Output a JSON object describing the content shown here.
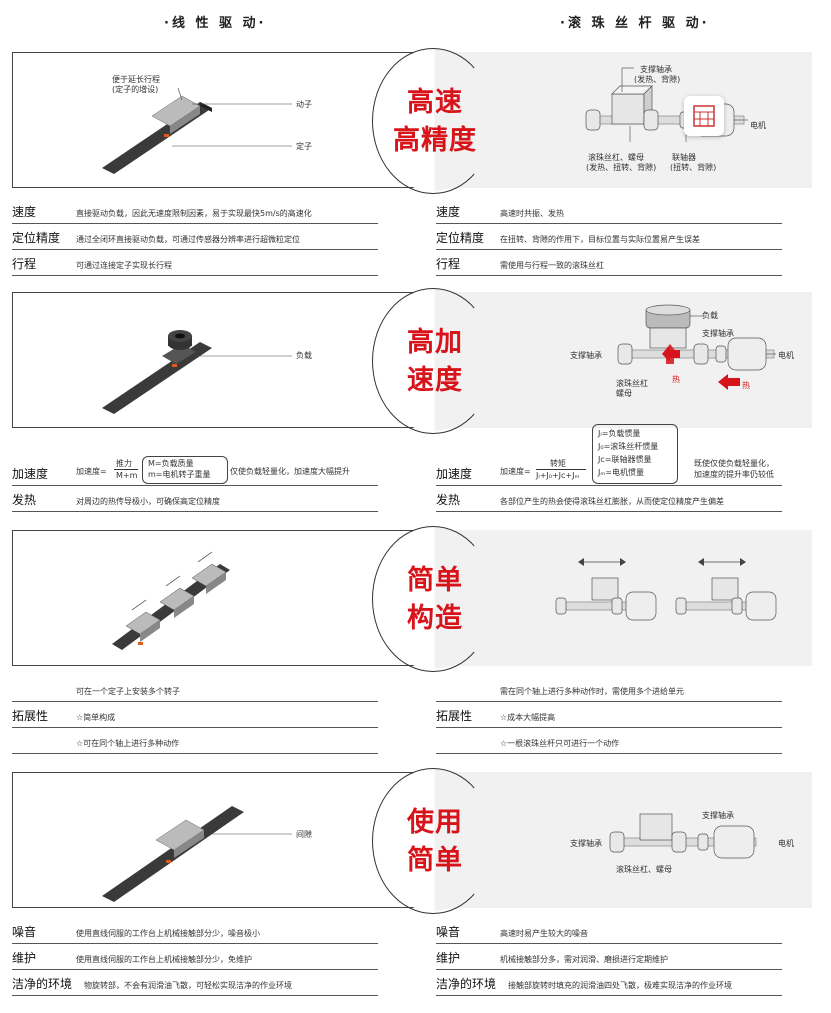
{
  "headers": {
    "left": "·线 性 驱 动·",
    "right": "·滚 珠 丝 杆 驱 动·"
  },
  "sections": [
    {
      "big": [
        "高速",
        "高精度"
      ],
      "left_labels": {
        "extend": "便于延长行程",
        "extend2": "(定子的增设)",
        "mover": "动子",
        "stator": "定子"
      },
      "right_labels": {
        "bearing": "支撑轴承",
        "bearing2": "(发热、背隙)",
        "motor": "电机",
        "screw": "滚珠丝杠、螺母",
        "screw2": "(发热、扭转、背隙)",
        "coupling": "联轴器",
        "coupling2": "(扭转、背隙)"
      },
      "rows": [
        {
          "ll": "速度",
          "lt": "直接驱动负载，因此无速度限制因素，易于实现最快5m/s的高速化",
          "rl": "速度",
          "rt": "高速时共振、发热"
        },
        {
          "ll": "定位精度",
          "lt": "通过全闭环直接驱动负载，可通过传感器分辨率进行超微粒定位",
          "rl": "定位精度",
          "rt": "在扭转、背隙的作用下，目标位置与实际位置易产生误差"
        },
        {
          "ll": "行程",
          "lt": "可通过连接定子实现长行程",
          "rl": "行程",
          "rt": "需使用与行程一致的滚珠丝杠"
        }
      ]
    },
    {
      "big": [
        "高加",
        "速度"
      ],
      "left_labels": {
        "load": "负载"
      },
      "right_labels": {
        "load": "负载",
        "bearing_top": "支撑轴承",
        "bearing_left": "支撑轴承",
        "motor": "电机",
        "screw": "滚珠丝杠",
        "nut": "螺母",
        "heat1": "热",
        "heat2": "热"
      },
      "formula_left": {
        "prefix": "加速度=",
        "num": "推力",
        "den": "M+m",
        "m1": "M=负载质量",
        "m2": "m=电机转子重量",
        "tail": "仅使负载轻量化，加速度大幅提升"
      },
      "formula_right": {
        "prefix": "加速度=",
        "num": "转矩",
        "den": "Jₗ+J₀+Jᴄ+Jₘ",
        "j1": "Jₗ=负载惯量",
        "j2": "J₀=滚珠丝杆惯量",
        "j3": "Jᴄ=联轴器惯量",
        "j4": "Jₘ=电机惯量",
        "tail1": "既使仅使负载轻量化，",
        "tail2": "加速度的提升率仍较低"
      },
      "rows": [
        {
          "ll": "加速度",
          "lt": "",
          "rl": "加速度",
          "rt": ""
        },
        {
          "ll": "发热",
          "lt": "对周边的热传导极小，可确保高定位精度",
          "rl": "发热",
          "rt": "各部位产生的热会使得滚珠丝杠膨胀，从而使定位精度产生偏差"
        }
      ]
    },
    {
      "big": [
        "简单",
        "构造"
      ],
      "rows": [
        {
          "ll": "",
          "lt": "可在一个定子上安装多个转子",
          "rl": "",
          "rt": "需在同个轴上进行多种动作时，需使用多个进给单元"
        },
        {
          "ll": "拓展性",
          "lt": "☆简单构成",
          "rl": "拓展性",
          "rt": "☆成本大幅提高"
        },
        {
          "ll": "",
          "lt": "☆可在同个轴上进行多种动作",
          "rl": "",
          "rt": "☆一根滚珠丝杆只可进行一个动作"
        }
      ]
    },
    {
      "big": [
        "使用",
        "简单"
      ],
      "left_labels": {
        "gap": "间隙"
      },
      "right_labels": {
        "bearing_top": "支撑轴承",
        "bearing_left": "支撑轴承",
        "motor": "电机",
        "screw": "滚珠丝杠、螺母"
      },
      "rows": [
        {
          "ll": "噪音",
          "lt": "使用直线伺服的工作台上机械接触部分少，噪音极小",
          "rl": "噪音",
          "rt": "高速时易产生较大的噪音"
        },
        {
          "ll": "维护",
          "lt": "使用直线伺服的工作台上机械接触部分少，免维护",
          "rl": "维护",
          "rt": "机械接触部分多，需对润滑、磨损进行定期维护"
        },
        {
          "ll": "洁净的环境",
          "lt": "物旋转部，不会有润滑油飞散，可轻松实现洁净的作业环境",
          "rl": "洁净的环境",
          "rt": "接触部旋转时填充的润滑油四处飞散，极难实现洁净的作业环境"
        }
      ]
    }
  ],
  "colors": {
    "accent": "#d7141a",
    "panel": "#f1f1f1",
    "rail": "#3a3a3a"
  }
}
